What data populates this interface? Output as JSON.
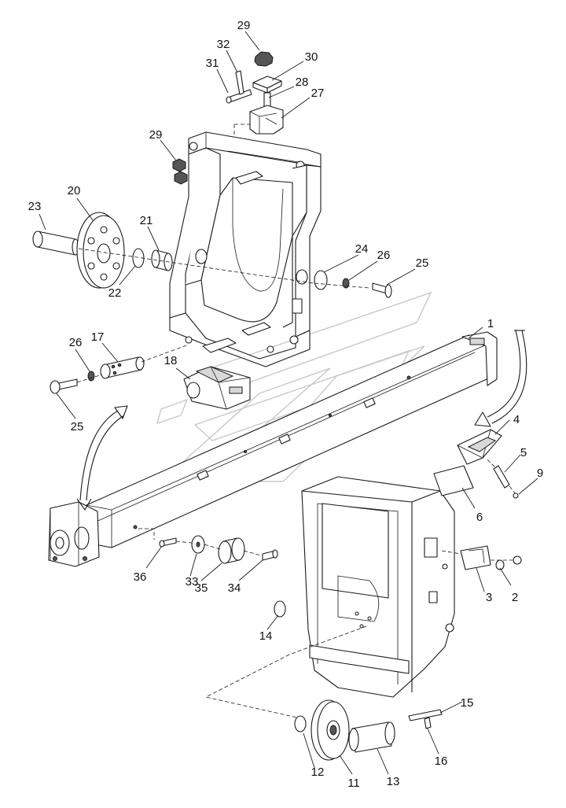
{
  "diagram": {
    "type": "exploded-parts-drawing",
    "callouts": [
      {
        "id": "c1",
        "text": "1"
      },
      {
        "id": "c2",
        "text": "2"
      },
      {
        "id": "c3",
        "text": "3"
      },
      {
        "id": "c4",
        "text": "4"
      },
      {
        "id": "c5",
        "text": "5"
      },
      {
        "id": "c6",
        "text": "6"
      },
      {
        "id": "c9",
        "text": "9"
      },
      {
        "id": "c11",
        "text": "11"
      },
      {
        "id": "c12",
        "text": "12"
      },
      {
        "id": "c13",
        "text": "13"
      },
      {
        "id": "c14",
        "text": "14"
      },
      {
        "id": "c15",
        "text": "15"
      },
      {
        "id": "c16",
        "text": "16"
      },
      {
        "id": "c17",
        "text": "17"
      },
      {
        "id": "c18",
        "text": "18"
      },
      {
        "id": "c20",
        "text": "20"
      },
      {
        "id": "c21",
        "text": "21"
      },
      {
        "id": "c22",
        "text": "22"
      },
      {
        "id": "c23",
        "text": "23"
      },
      {
        "id": "c24",
        "text": "24"
      },
      {
        "id": "c25a",
        "text": "25"
      },
      {
        "id": "c25b",
        "text": "25"
      },
      {
        "id": "c26a",
        "text": "26"
      },
      {
        "id": "c26b",
        "text": "26"
      },
      {
        "id": "c27",
        "text": "27"
      },
      {
        "id": "c28",
        "text": "28"
      },
      {
        "id": "c29a",
        "text": "29"
      },
      {
        "id": "c29b",
        "text": "29"
      },
      {
        "id": "c30",
        "text": "30"
      },
      {
        "id": "c31",
        "text": "31"
      },
      {
        "id": "c32",
        "text": "32"
      },
      {
        "id": "c33",
        "text": "33"
      },
      {
        "id": "c34",
        "text": "34"
      },
      {
        "id": "c35",
        "text": "35"
      },
      {
        "id": "c36",
        "text": "36"
      }
    ],
    "colors": {
      "line": "#1a1a1a",
      "watermark": "#c8c8c8",
      "background": "#ffffff"
    }
  }
}
